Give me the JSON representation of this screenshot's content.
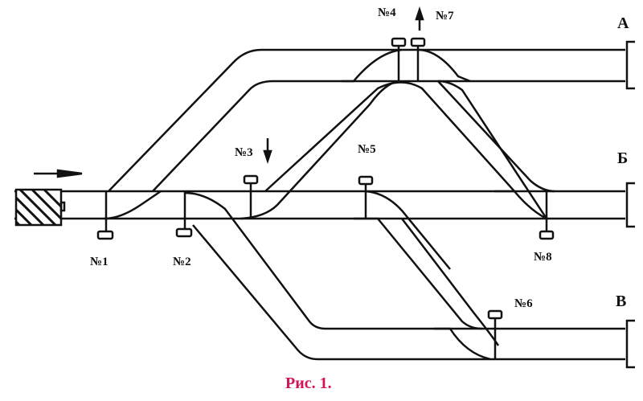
{
  "switches": [
    "№1",
    "№2",
    "№3",
    "№4",
    "№5",
    "№6",
    "№7",
    "№8"
  ],
  "tracks": {
    "a": "А",
    "b": "Б",
    "v": "В"
  },
  "caption": "Рис. 1.",
  "colors": {
    "line": "#111111",
    "caption": "#d2145a"
  }
}
